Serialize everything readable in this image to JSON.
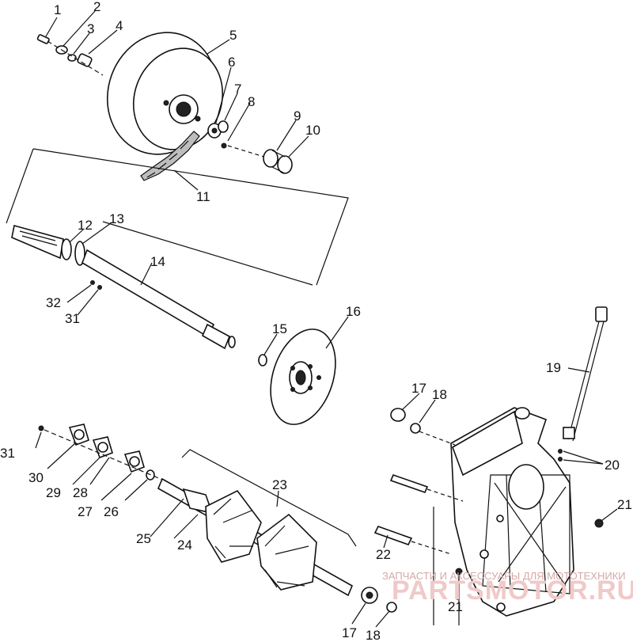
{
  "diagram": {
    "labels": [
      "1",
      "2",
      "3",
      "4",
      "5",
      "6",
      "7",
      "8",
      "9",
      "10",
      "11",
      "12",
      "13",
      "14",
      "15",
      "16",
      "17",
      "18",
      "19",
      "20",
      "21",
      "22",
      "23",
      "24",
      "25",
      "26",
      "27",
      "28",
      "29",
      "30",
      "31",
      "32"
    ]
  },
  "watermark": {
    "tagline": "ЗАПЧАСТИ И АКСЕССУАРЫ ДЛЯ МОТОТЕХНИКИ",
    "brand": "PARTSMOTOR.RU"
  }
}
